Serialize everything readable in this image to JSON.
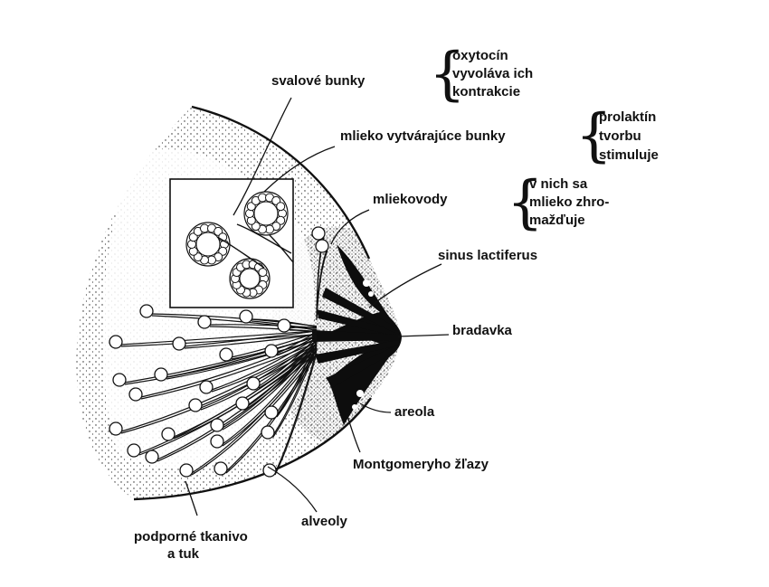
{
  "colors": {
    "ink": "#111111",
    "background": "#ffffff",
    "dark_tissue": "#0d0d0d"
  },
  "labels": {
    "svalove_bunky": "svalové bunky",
    "mlieko_vytvarajuce_bunky": "mlieko vytvárajúce bunky",
    "mliekovody": "mliekovody",
    "sinus_lactiferus": "sinus lactiferus",
    "bradavka": "bradavka",
    "areola": "areola",
    "montgomeryho_zlazy": "Montgomeryho žľazy",
    "alveoly": "alveoly",
    "podporne_tkanivo_1": "podporné tkanivo",
    "podporne_tkanivo_2": "a tuk"
  },
  "notes": {
    "oxytocin": [
      "oxytocín",
      "vyvoláva ich",
      "kontrakcie"
    ],
    "prolaktin": [
      "prolaktín",
      "tvorbu",
      "stimuluje"
    ],
    "mliekovody": [
      "v nich sa",
      "mlieko zhro-",
      "mažďuje"
    ]
  }
}
